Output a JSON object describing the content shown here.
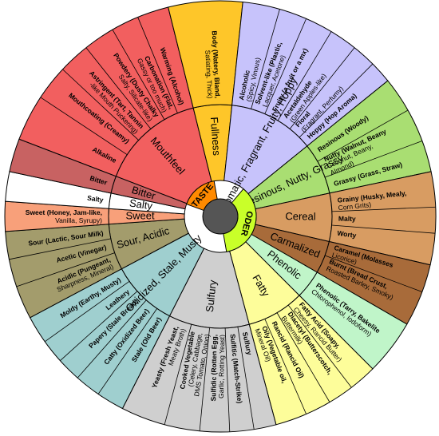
{
  "hub": {
    "taste_label": "TASTE",
    "odor_label": "ODER"
  },
  "colors": {
    "mouthfeel": "#f25f5f",
    "fullness": "#fec629",
    "aromatic": "#c7c3fb",
    "resinous": "#a9de72",
    "cereal": "#d89c62",
    "carmalized": "#a86b3a",
    "phenolic": "#c0f5c9",
    "fatty": "#fdfd9a",
    "sulfury": "#cfcfcf",
    "oxidized": "#9fcfcf",
    "sour": "#a39c6c",
    "sweet": "#f8a07a",
    "salty": "#ffffff",
    "bitter": "#c86262",
    "hub_taste": "#ff8a00",
    "hub_odor": "#c9ff29"
  },
  "categories": [
    {
      "id": "mouthfeel",
      "label": "Mouthfeel",
      "start": 291,
      "end": 346
    },
    {
      "id": "fullness",
      "label": "Fullness",
      "start": 346,
      "end": 6
    },
    {
      "id": "aromatic",
      "label": "Aromatic, Fragrant, Fruity, Hoppy",
      "start": 6,
      "end": 51
    },
    {
      "id": "resinous",
      "label": "Resinous, Nutty, Grassy",
      "start": 51,
      "end": 78
    },
    {
      "id": "cereal",
      "label": "Cereal",
      "start": 78,
      "end": 103
    },
    {
      "id": "carmalized",
      "label": "Carmalized",
      "start": 103,
      "end": 120
    },
    {
      "id": "phenolic",
      "label": "Phenolic",
      "start": 120,
      "end": 135
    },
    {
      "id": "fatty",
      "label": "Fatty",
      "start": 135,
      "end": 165
    },
    {
      "id": "sulfury",
      "label": "Sulfury",
      "start": 165,
      "end": 207
    },
    {
      "id": "oxidized",
      "label": "Oxidized, Stale, Musty",
      "start": 207,
      "end": 242
    },
    {
      "id": "sour",
      "label": "Sour, Acidic",
      "start": 242,
      "end": 266
    },
    {
      "id": "sweet",
      "label": "Sweet",
      "start": 266,
      "end": 274
    },
    {
      "id": "salty",
      "label": "Salty",
      "start": 274,
      "end": 282
    },
    {
      "id": "bitter",
      "label": "Bitter",
      "start": 282,
      "end": 291
    }
  ],
  "subs": [
    {
      "cat": "mouthfeel",
      "angle": 298,
      "lines": [
        "Alkaline"
      ]
    },
    {
      "cat": "mouthfeel",
      "angle": 309,
      "lines": [
        "Mouthcoating (Creamy)"
      ]
    },
    {
      "cat": "mouthfeel",
      "angle": 317,
      "lines": [
        "Astringent (Tart, Tannin",
        "-like Mouth Puckering)"
      ]
    },
    {
      "cat": "mouthfeel",
      "angle": 326,
      "lines": [
        "Powdery (Dusty Chalky",
        "Salty, Silicate-like)"
      ]
    },
    {
      "cat": "mouthfeel",
      "angle": 334,
      "lines": [
        "Carbonation (Flat,",
        "Gassy or too much)"
      ]
    },
    {
      "cat": "mouthfeel",
      "angle": 341,
      "lines": [
        "Warming (Alcohol)"
      ]
    },
    {
      "cat": "fullness",
      "angle": 357,
      "lines": [
        "Body (Watery, Bland,",
        "Satiating, Thick)"
      ]
    },
    {
      "cat": "aromatic",
      "angle": 12,
      "lines": [
        "Alcoholic",
        "(Spicy, Vinous)"
      ]
    },
    {
      "cat": "aromatic",
      "angle": 20,
      "lines": [
        "Solvent-like (Plastic,",
        "Lacquer, Acetone)"
      ]
    },
    {
      "cat": "aromatic",
      "angle": 27,
      "lines": [
        "Fruity (a fruit or a mx)"
      ]
    },
    {
      "cat": "aromatic",
      "angle": 35,
      "lines": [
        "Acetaldehyde",
        "(Green Apples-like)"
      ]
    },
    {
      "cat": "aromatic",
      "angle": 42,
      "lines": [
        "Floral",
        "(Fragrant, Perfumy)"
      ]
    },
    {
      "cat": "aromatic",
      "angle": 48,
      "lines": [
        "Hoppy (Hop Aroma)"
      ]
    },
    {
      "cat": "resinous",
      "angle": 56,
      "lines": [
        "Resinous (Woody)"
      ]
    },
    {
      "cat": "resinous",
      "angle": 65,
      "lines": [
        "Nutty (Walnut, Beany",
        "Coconut, Beany,",
        "Almond)"
      ]
    },
    {
      "cat": "resinous",
      "angle": 74,
      "lines": [
        "Grassy (Grass, Straw)"
      ]
    },
    {
      "cat": "cereal",
      "angle": 84,
      "lines": [
        "Grainy (Husky, Mealy,",
        "Corn Grits)"
      ]
    },
    {
      "cat": "cereal",
      "angle": 91,
      "lines": [
        "Malty"
      ]
    },
    {
      "cat": "cereal",
      "angle": 98,
      "lines": [
        "Worty"
      ]
    },
    {
      "cat": "carmalized",
      "angle": 107,
      "lines": [
        "Caramel (Molasses",
        "Licorice)"
      ]
    },
    {
      "cat": "carmalized",
      "angle": 114,
      "lines": [
        "Burnt (Bread Crust,",
        "Roasted Barley, Smoky)"
      ]
    },
    {
      "cat": "phenolic",
      "angle": 127,
      "lines": [
        "Phenolic (Tarry, Bakelite",
        "Chlorophenol, Iodoform)"
      ]
    },
    {
      "cat": "fatty",
      "angle": 139,
      "lines": [
        "Fatty Acid (Soapy,",
        "Cheesy, Rancid Butter)"
      ]
    },
    {
      "cat": "fatty",
      "angle": 146,
      "lines": [
        "Diacetyl (Butterscotch,",
        "Buttermilk)"
      ]
    },
    {
      "cat": "fatty",
      "angle": 153,
      "lines": [
        "Rancid (Rancid Oil)"
      ]
    },
    {
      "cat": "fatty",
      "angle": 160,
      "lines": [
        "Oily (Vegetable oil,",
        "Mineral Oil)"
      ]
    },
    {
      "cat": "sulfury",
      "angle": 168,
      "lines": [
        "Sulfury"
      ]
    },
    {
      "cat": "sulfury",
      "angle": 174,
      "lines": [
        "Sulfitic (Match-Strike)"
      ]
    },
    {
      "cat": "sulfury",
      "angle": 181,
      "lines": [
        "Sulfidic (Rotten Egg,",
        "Garlic, Rotting Yeast)"
      ]
    },
    {
      "cat": "sulfury",
      "angle": 190,
      "lines": [
        "Cooked Vegetable",
        "(Celery, Cabbage,",
        "DMS Tomato, Onion)"
      ]
    },
    {
      "cat": "sulfury",
      "angle": 200,
      "lines": [
        "Yeasty (Fresh Yeast,",
        "Meaty Broth)"
      ]
    },
    {
      "cat": "oxidized",
      "angle": 211,
      "lines": [
        "Stale (Old Beer)"
      ]
    },
    {
      "cat": "oxidized",
      "angle": 218,
      "lines": [
        "Catty (Oxidized Beer)"
      ]
    },
    {
      "cat": "oxidized",
      "angle": 225,
      "lines": [
        "Papery (Stale Bread)"
      ]
    },
    {
      "cat": "oxidized",
      "angle": 231,
      "lines": [
        "Leathery"
      ]
    },
    {
      "cat": "oxidized",
      "angle": 238,
      "lines": [
        "Moldy (Earthy, Musty)"
      ]
    },
    {
      "cat": "sour",
      "angle": 247,
      "lines": [
        "Acidic (Pungeant,",
        "Sharpness, Mineral)"
      ]
    },
    {
      "cat": "sour",
      "angle": 255,
      "lines": [
        "Acetic (Vinegar)"
      ]
    },
    {
      "cat": "sour",
      "angle": 262,
      "lines": [
        "Sour (Lactic, Sour Milk)"
      ]
    },
    {
      "cat": "sweet",
      "angle": 270,
      "lines": [
        "Sweet (Honey, Jam-like,",
        "Vanilla, Syrupy)"
      ]
    },
    {
      "cat": "salty",
      "angle": 278,
      "lines": [
        "Salty"
      ]
    },
    {
      "cat": "bitter",
      "angle": 286.5,
      "lines": [
        "Bitter"
      ]
    }
  ]
}
